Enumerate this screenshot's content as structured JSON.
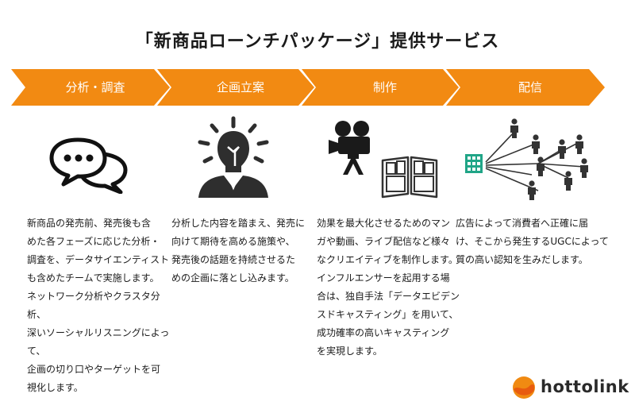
{
  "title": "「新商品ローンチパッケージ」提供サービス",
  "accent_color": "#f28a12",
  "phases": [
    {
      "label": "分析・調査",
      "icon": "speech-bubbles-icon",
      "description": [
        "新商品の発売前、発売後も含",
        "めた各フェーズに応じた分析・",
        "調査を、データサイエンティスト",
        "も含めたチームで実施します。",
        "ネットワーク分析やクラスタ分析、",
        "深いソーシャルリスニングによって、",
        "企画の切り口やターゲットを可",
        "視化します。"
      ]
    },
    {
      "label": "企画立案",
      "icon": "idea-person-icon",
      "description": [
        "分析した内容を踏まえ、発売に",
        "向けて期待を高める施策や、",
        "発売後の話題を持続させるた",
        "めの企画に落とし込みます。"
      ]
    },
    {
      "label": "制作",
      "icon": "movie-camera-book-icon",
      "description": [
        "効果を最大化させるためのマン",
        "ガや動画、ライブ配信など様々",
        "なクリエイティブを制作します。",
        "インフルエンサーを起用する場",
        "合は、独自手法「データエビデン",
        "スドキャスティング」を用いて、",
        "成功確率の高いキャスティング",
        "を実現します。"
      ]
    },
    {
      "label": "配信",
      "icon": "distribution-network-icon",
      "description": [
        "広告によって消費者へ正確に届",
        "け、そこから発生するUGCによって",
        "質の高い認知を生みだします。"
      ]
    }
  ],
  "logo": {
    "text": "hottolink",
    "icon": "hottolink-logo-icon"
  }
}
